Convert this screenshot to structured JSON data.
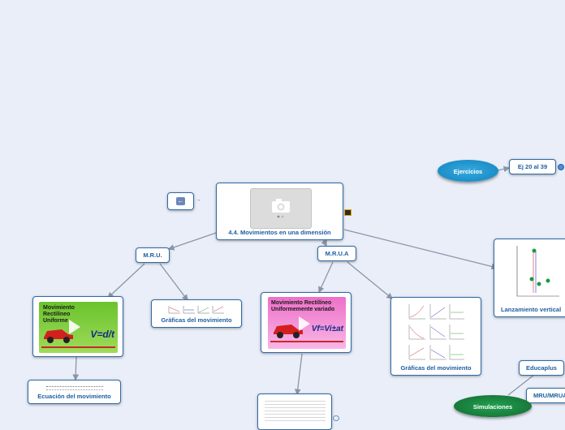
{
  "nodes": {
    "root": "4.4. Movimientos en una dimensión",
    "mru": "M.R.U.",
    "mrua": "M.R.U.A",
    "graficas_mru": "Gráficas del movimiento",
    "graficas_mrua": "Gráficas del movimiento",
    "ecuacion": "Ecuación del movimiento",
    "lanzamiento": "Lanzamiento vertical",
    "ej": "Ej 20 al 39",
    "ejercicios": "Ejercicios",
    "simulaciones": "Simulaciones",
    "educaplus": "Educaplus",
    "mru_mrua": "MRU/MRUA"
  },
  "thumbs": {
    "mru_title": "Movimiento Rectilíneo Uniforme",
    "mru_formula": "V=d/t",
    "mrua_title": "Movimiento Rectilíneo Uniformemente variado",
    "mrua_formula": "Vf=Vi±at"
  },
  "colors": {
    "node_border": "#2f6aa5",
    "label": "#1f5ea0",
    "oval_blue": "#1b8fc9",
    "oval_green": "#177a3a",
    "background": "#e9eef8"
  },
  "icons": [
    "back-arrow-icon",
    "camera-placeholder-icon",
    "video-play-icon",
    "globe-link-icon",
    "note-icon"
  ]
}
